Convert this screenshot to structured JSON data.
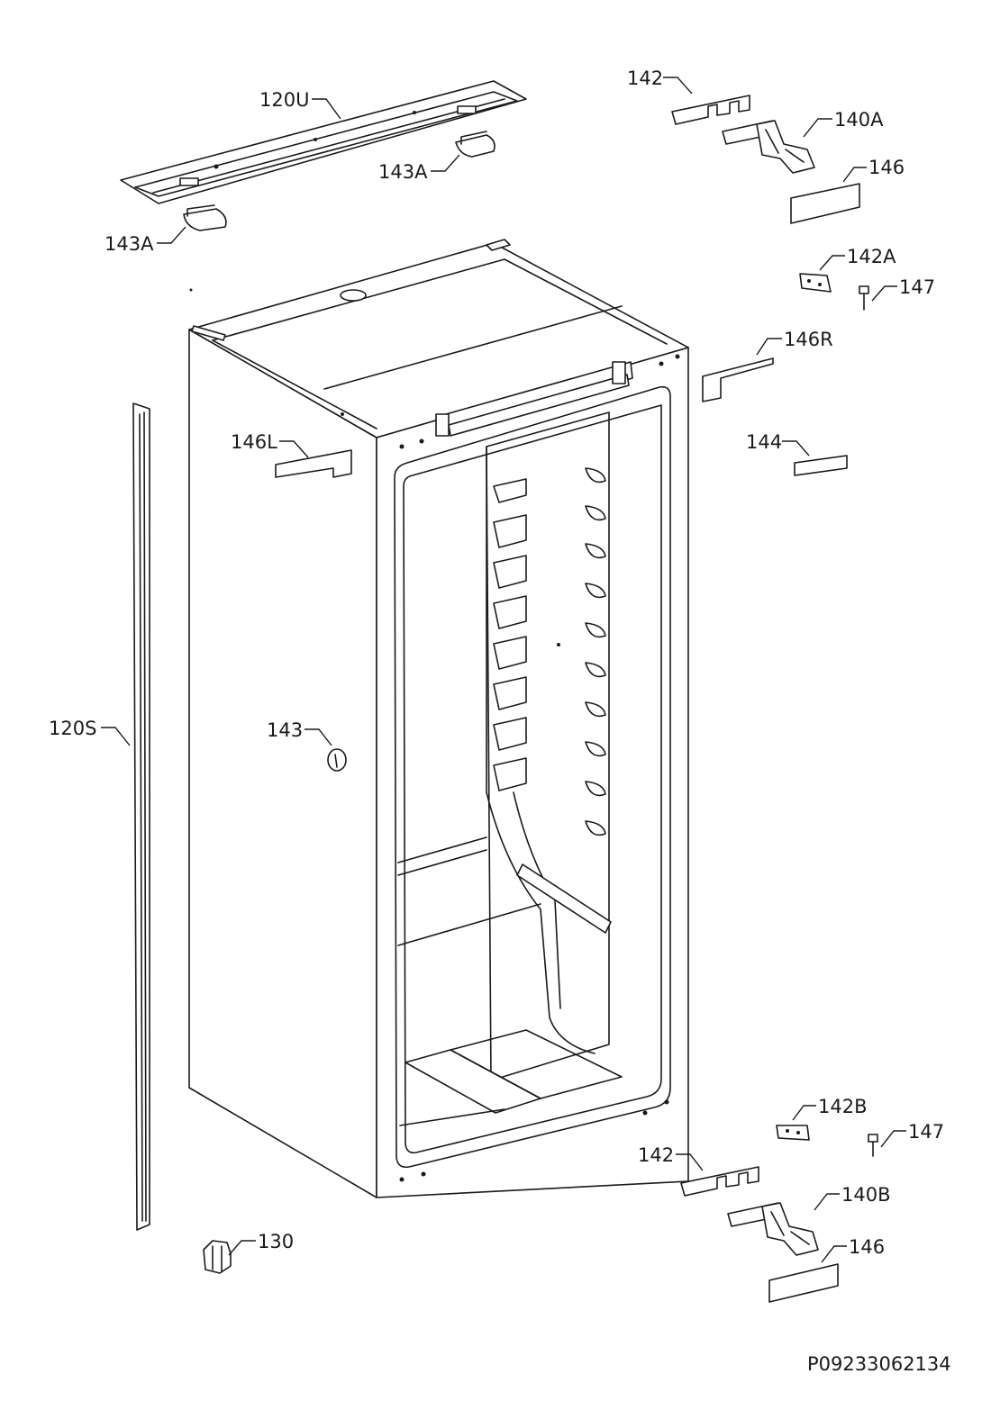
{
  "labels": {
    "l120U": "120U",
    "l143A_top": "143A",
    "l143A_left": "143A",
    "l142_top": "142",
    "l140A": "140A",
    "l146_top": "146",
    "l142A": "142A",
    "l147_top": "147",
    "l146R": "146R",
    "l146L": "146L",
    "l144": "144",
    "l120S": "120S",
    "l143": "143",
    "l142B": "142B",
    "l147_bottom": "147",
    "l142_bottom": "142",
    "l140B": "140B",
    "l146_bottom": "146",
    "l130": "130"
  },
  "drawing_number": "P09233062134"
}
